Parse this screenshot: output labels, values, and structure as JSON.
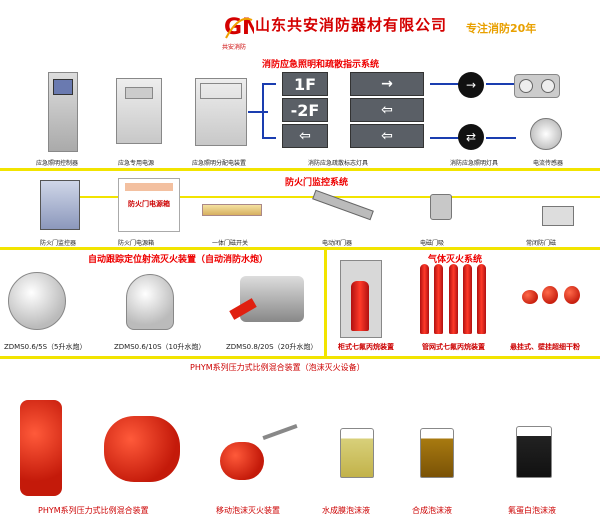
{
  "header": {
    "company": "山东共安消防器材有限公司",
    "slogan": "专注消防20年",
    "logo_text": "GN",
    "logo_sub": "共安消防"
  },
  "sections": {
    "emergency_lighting": "消防应急照明和疏散指示系统",
    "fire_door": "防火门监控系统",
    "auto_cannon": "自动跟踪定位射流灭火装置（自动消防水炮）",
    "gas": "气体灭火系统",
    "foam": "PHYM系列压力式比例混合装置（泡沫灭火设备）"
  },
  "row1": {
    "items": [
      "应急照明控制器",
      "应急专用电源",
      "应急照明分配电装置",
      "消防应急疏散标志灯具",
      "消防应急照明灯具",
      "电流传感器"
    ],
    "signs": [
      "1F",
      "-2F",
      "⇦",
      "→",
      "⇦",
      "⇦"
    ]
  },
  "row2": {
    "items": [
      "防火门监控器",
      "防火门电源箱",
      "一体门磁开关",
      "电动闭门器",
      "电磁门吸",
      "常闭防门磁"
    ],
    "box_text": "防火门电源箱"
  },
  "row3": {
    "cannons": [
      "ZDMS0.6/5S（5升水炮）",
      "ZDMS0.6/10S（10升水炮）",
      "ZDMS0.8/20S（20升水炮）"
    ],
    "gas_items": [
      "柜式七氟丙烷装置",
      "管网式七氟丙烷装置",
      "悬挂式、壁挂超细干粉"
    ]
  },
  "row4": {
    "items": [
      "PHYM系列压力式比例混合装置",
      "移动泡沫灭火装置",
      "水成膜泡沫液",
      "合成泡沫液",
      "氟蛋白泡沫液"
    ]
  },
  "colors": {
    "accent": "#d40000",
    "yellow": "#f2e400",
    "blue": "#1a3db0"
  }
}
